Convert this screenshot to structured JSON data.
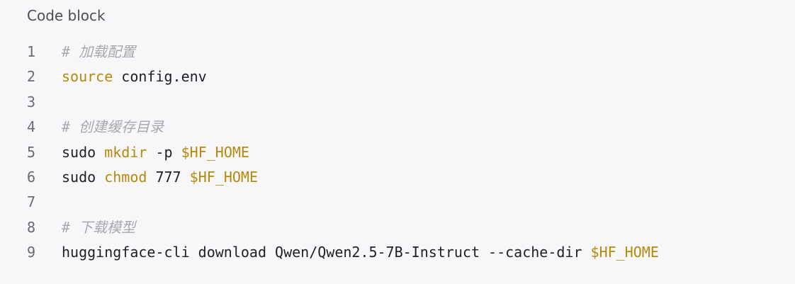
{
  "header": {
    "title": "Code block"
  },
  "colors": {
    "background": "#f7f7f9",
    "text": "#1f1f24",
    "comment": "#a8a8ad",
    "keyword": "#b58a0b",
    "line_number": "#6b6b70"
  },
  "lines": [
    {
      "number": "1",
      "tokens": [
        {
          "type": "comment",
          "text": "# 加载配置"
        }
      ]
    },
    {
      "number": "2",
      "tokens": [
        {
          "type": "keyword",
          "text": "source"
        },
        {
          "type": "plain",
          "text": " config.env"
        }
      ]
    },
    {
      "number": "3",
      "tokens": []
    },
    {
      "number": "4",
      "tokens": [
        {
          "type": "comment",
          "text": "# 创建缓存目录"
        }
      ]
    },
    {
      "number": "5",
      "tokens": [
        {
          "type": "plain",
          "text": "sudo "
        },
        {
          "type": "keyword",
          "text": "mkdir"
        },
        {
          "type": "plain",
          "text": " -p "
        },
        {
          "type": "variable",
          "text": "$HF_HOME"
        }
      ]
    },
    {
      "number": "6",
      "tokens": [
        {
          "type": "plain",
          "text": "sudo "
        },
        {
          "type": "keyword",
          "text": "chmod"
        },
        {
          "type": "plain",
          "text": " 777 "
        },
        {
          "type": "variable",
          "text": "$HF_HOME"
        }
      ]
    },
    {
      "number": "7",
      "tokens": []
    },
    {
      "number": "8",
      "tokens": [
        {
          "type": "comment",
          "text": "# 下载模型"
        }
      ]
    },
    {
      "number": "9",
      "tokens": [
        {
          "type": "plain",
          "text": "huggingface-cli download Qwen/Qwen2.5-7B-Instruct --cache-dir "
        },
        {
          "type": "variable",
          "text": "$HF_HOME"
        }
      ]
    }
  ]
}
